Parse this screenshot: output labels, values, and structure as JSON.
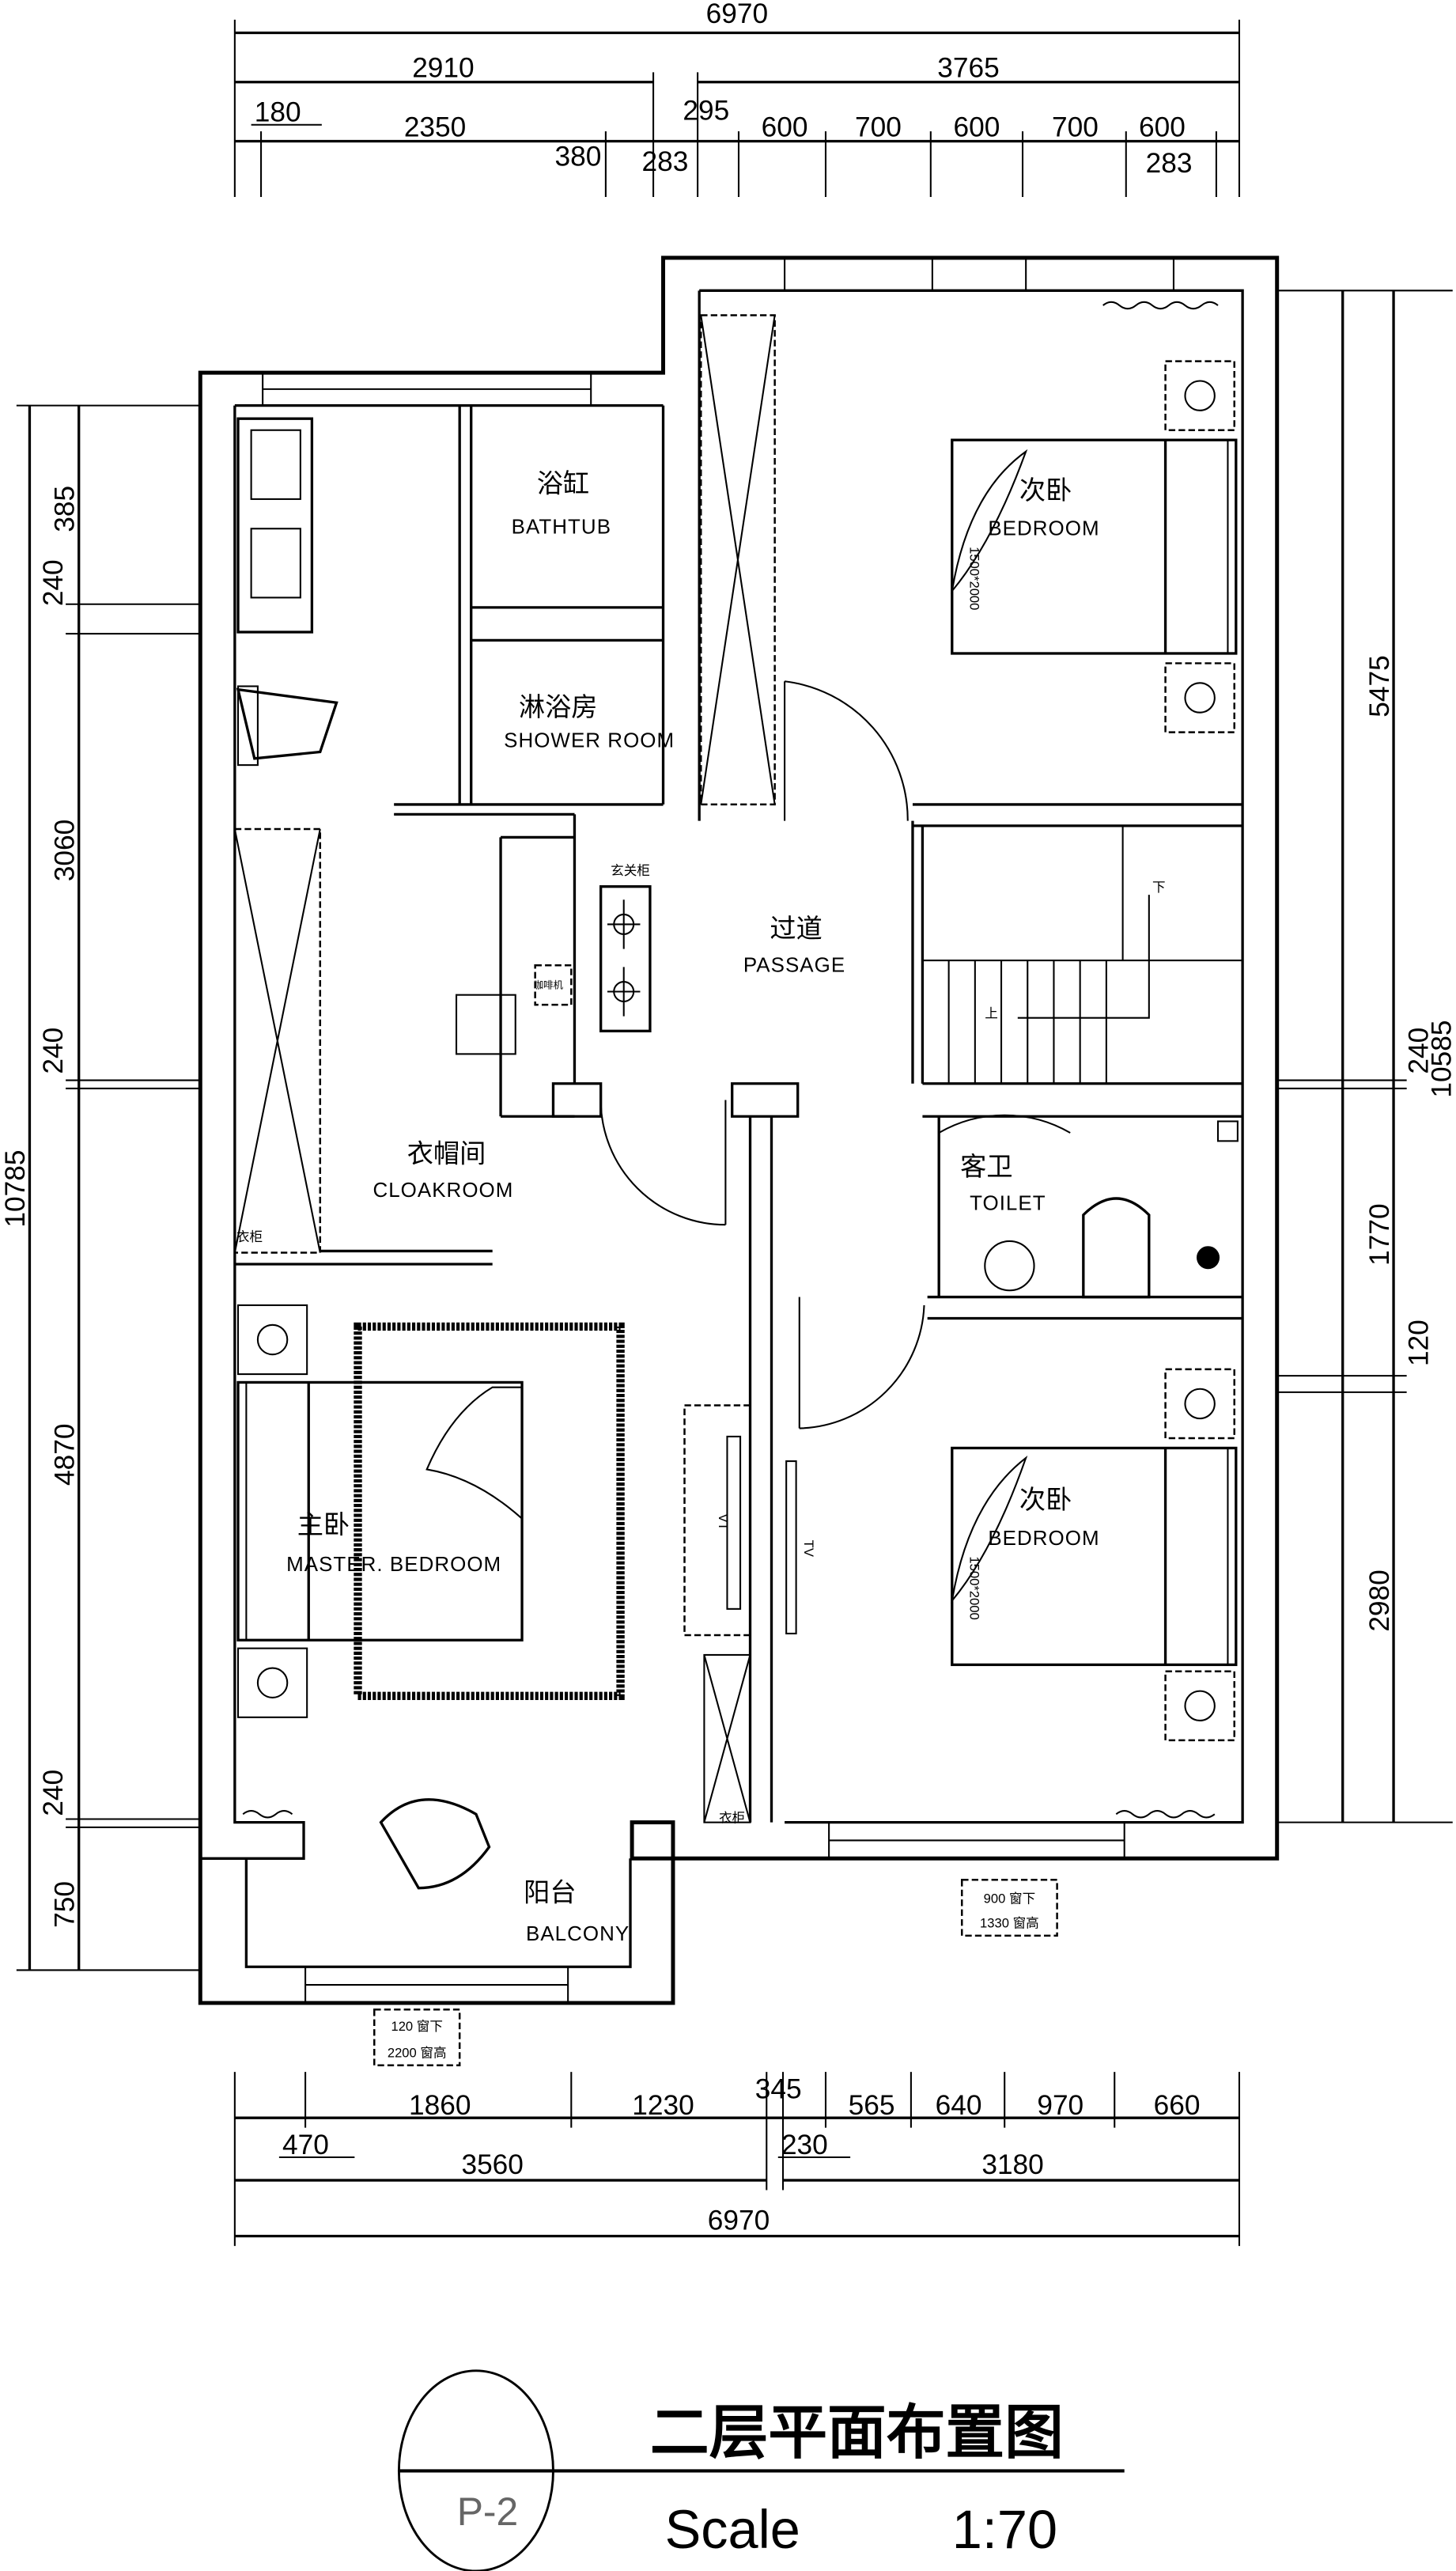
{
  "dimensions": {
    "top": {
      "overall": "6970",
      "row2": [
        "2910",
        "3765"
      ],
      "row3": [
        "180",
        "2350",
        "380",
        "283",
        "295",
        "600",
        "700",
        "600",
        "700",
        "600",
        "283"
      ]
    },
    "bottom": {
      "row1": [
        "1860",
        "1230",
        "345",
        "565",
        "640",
        "970",
        "660"
      ],
      "row2": [
        "470",
        "3560",
        "230",
        "3180"
      ],
      "overall": "6970"
    },
    "left": {
      "overall": "10785",
      "segments": [
        "385",
        "240",
        "3060",
        "240",
        "4870",
        "240",
        "750"
      ]
    },
    "right": {
      "overall": "10585",
      "segments": [
        "5475",
        "240",
        "1770",
        "120",
        "2980"
      ]
    }
  },
  "rooms": {
    "bathtub": {
      "cn": "浴缸",
      "en": "BATHTUB"
    },
    "shower": {
      "cn": "淋浴房",
      "en": "SHOWER ROOM"
    },
    "bedroom2_top": {
      "cn": "次卧",
      "en": "BEDROOM",
      "bed_size": "1500*2000"
    },
    "passage": {
      "cn": "过道",
      "en": "PASSAGE"
    },
    "cloakroom": {
      "cn": "衣帽间",
      "en": "CLOAKROOM"
    },
    "toilet": {
      "cn": "客卫",
      "en": "TOILET"
    },
    "master": {
      "cn": "主卧",
      "en": "MASTER. BEDROOM"
    },
    "bedroom2_bottom": {
      "cn": "次卧",
      "en": "BEDROOM",
      "bed_size": "1500*2000"
    },
    "balcony": {
      "cn": "阳台",
      "en": "BALCONY"
    }
  },
  "furniture_labels": {
    "entry_cabinet": "玄关柜",
    "coffee_machine": "咖啡机",
    "wardrobe_left": "衣柜",
    "wardrobe_bottom": "衣柜",
    "stairs_down": "下",
    "stairs_up": "上",
    "tv_left": "VT",
    "tv_right": "TV"
  },
  "window_notes": {
    "bedroom": [
      "900 窗下",
      "1330 窗高"
    ],
    "balcony": [
      "120 窗下",
      "2200 窗高"
    ]
  },
  "title": {
    "name": "二层平面布置图",
    "scale_label": "Scale",
    "scale_value": "1:70",
    "sheet": "P-2"
  }
}
